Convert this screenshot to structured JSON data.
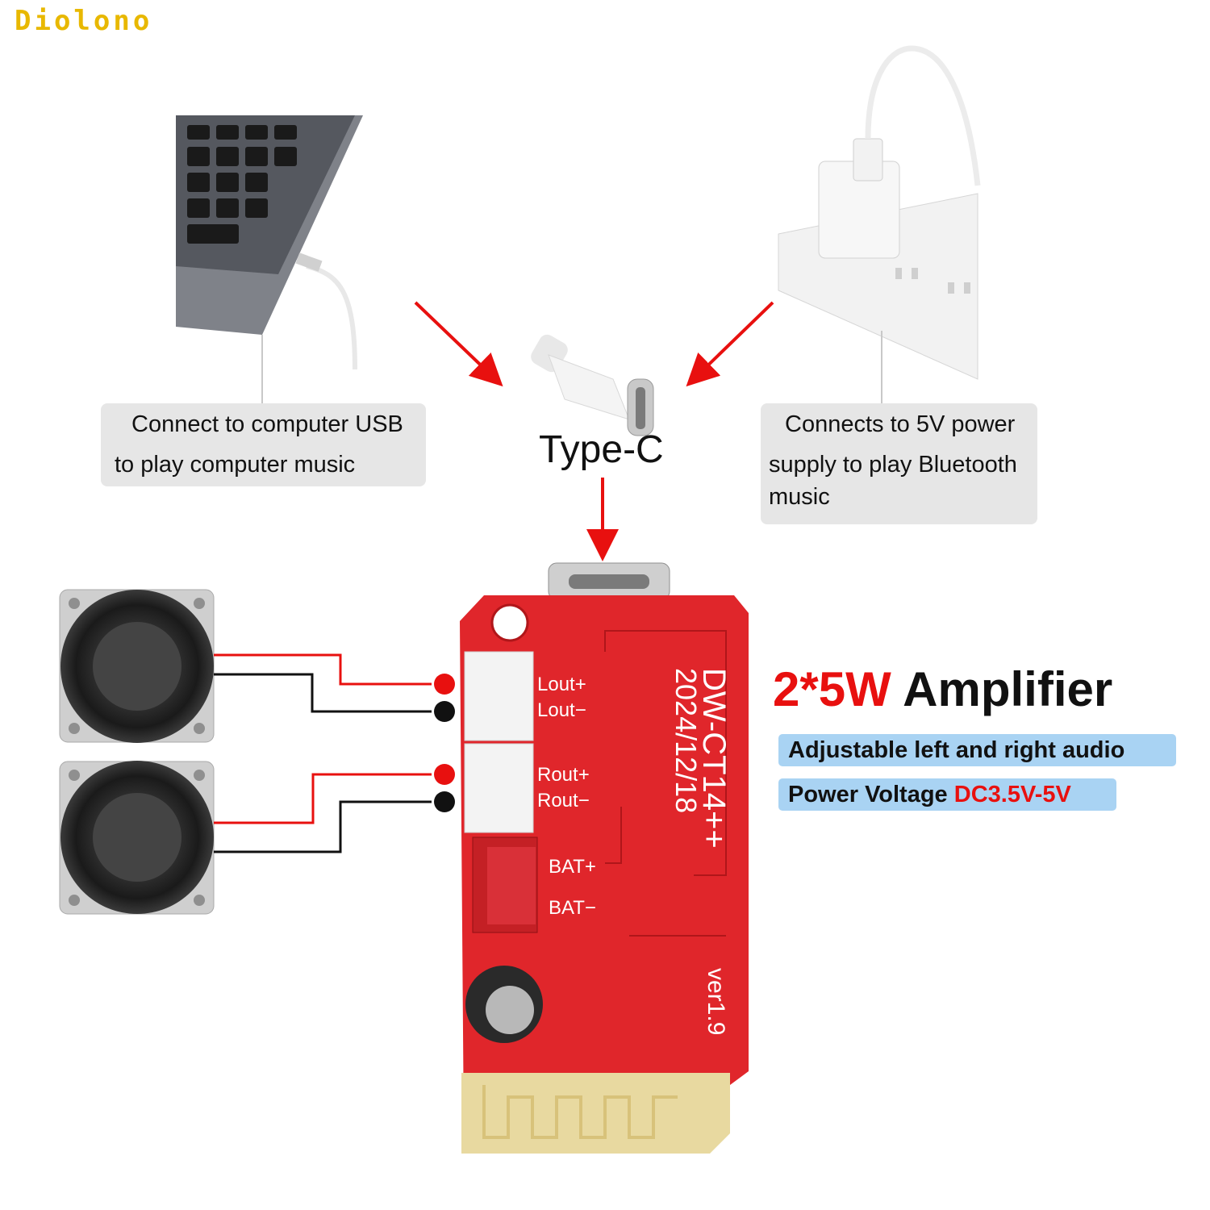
{
  "brand": "Diolono",
  "typec_label": "Type-C",
  "callouts": {
    "usb": {
      "line1": "Connect to computer USB",
      "line2": "to play computer music"
    },
    "power": {
      "line1": "Connects to 5V power",
      "line2": "supply to play Bluetooth",
      "line3": "music"
    }
  },
  "title": {
    "prefix": "2*5W",
    "main": "Amplifier"
  },
  "features": {
    "audio": "Adjustable left and right audio",
    "voltage_label": "Power Voltage",
    "voltage_value": "DC3.5V-5V"
  },
  "pcb": {
    "model": "DW-CT14++",
    "date": "2024/12/18",
    "version": "ver1.9",
    "pins": {
      "lout_plus": "Lout+",
      "lout_minus": "Lout−",
      "rout_plus": "Rout+",
      "rout_minus": "Rout−",
      "bat_plus": "BAT+",
      "bat_minus": "BAT−"
    }
  },
  "colors": {
    "brand": "#e8b800",
    "accent_red": "#e8100f",
    "pcb_red": "#e0262b",
    "pill_blue": "#a9d3f3",
    "callout_gray": "#e6e6e6"
  }
}
